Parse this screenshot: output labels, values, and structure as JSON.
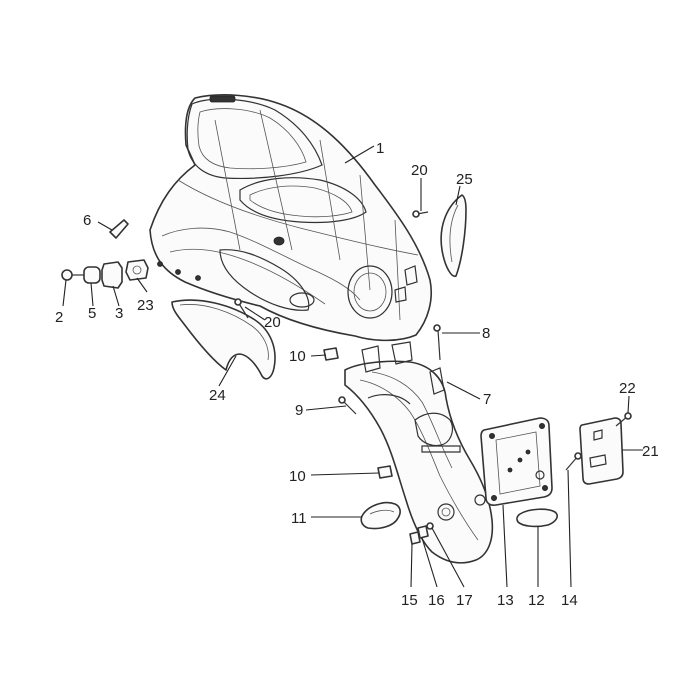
{
  "callouts": [
    {
      "label": "1"
    },
    {
      "label": "2"
    },
    {
      "label": "3"
    },
    {
      "label": "5"
    },
    {
      "label": "6"
    },
    {
      "label": "7"
    },
    {
      "label": "8"
    },
    {
      "label": "9"
    },
    {
      "label": "10"
    },
    {
      "label": "10"
    },
    {
      "label": "11"
    },
    {
      "label": "12"
    },
    {
      "label": "13"
    },
    {
      "label": "14"
    },
    {
      "label": "15"
    },
    {
      "label": "16"
    },
    {
      "label": "17"
    },
    {
      "label": "20"
    },
    {
      "label": "20"
    },
    {
      "label": "21"
    },
    {
      "label": "22"
    },
    {
      "label": "23"
    },
    {
      "label": "24"
    },
    {
      "label": "25"
    }
  ]
}
